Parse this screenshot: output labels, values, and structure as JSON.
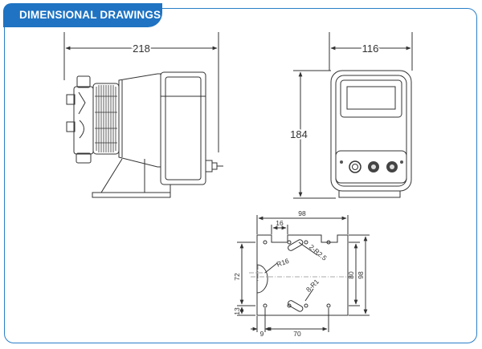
{
  "header": {
    "title": "DIMENSIONAL DRAWINGS"
  },
  "side_view": {
    "width_label": "218"
  },
  "front_view": {
    "width_label": "116",
    "height_label": "184"
  },
  "base_plate": {
    "width_98": "98",
    "dim_16": "16",
    "slot_label": "2-R2.5",
    "radius_label": "R16",
    "hole_label": "8-R1",
    "height_72": "72",
    "height_80": "80",
    "height_98": "98",
    "dim_13": "13",
    "dim_9": "9",
    "dim_70": "70"
  },
  "colors": {
    "accent": "#1f73c2",
    "line": "#333333"
  }
}
